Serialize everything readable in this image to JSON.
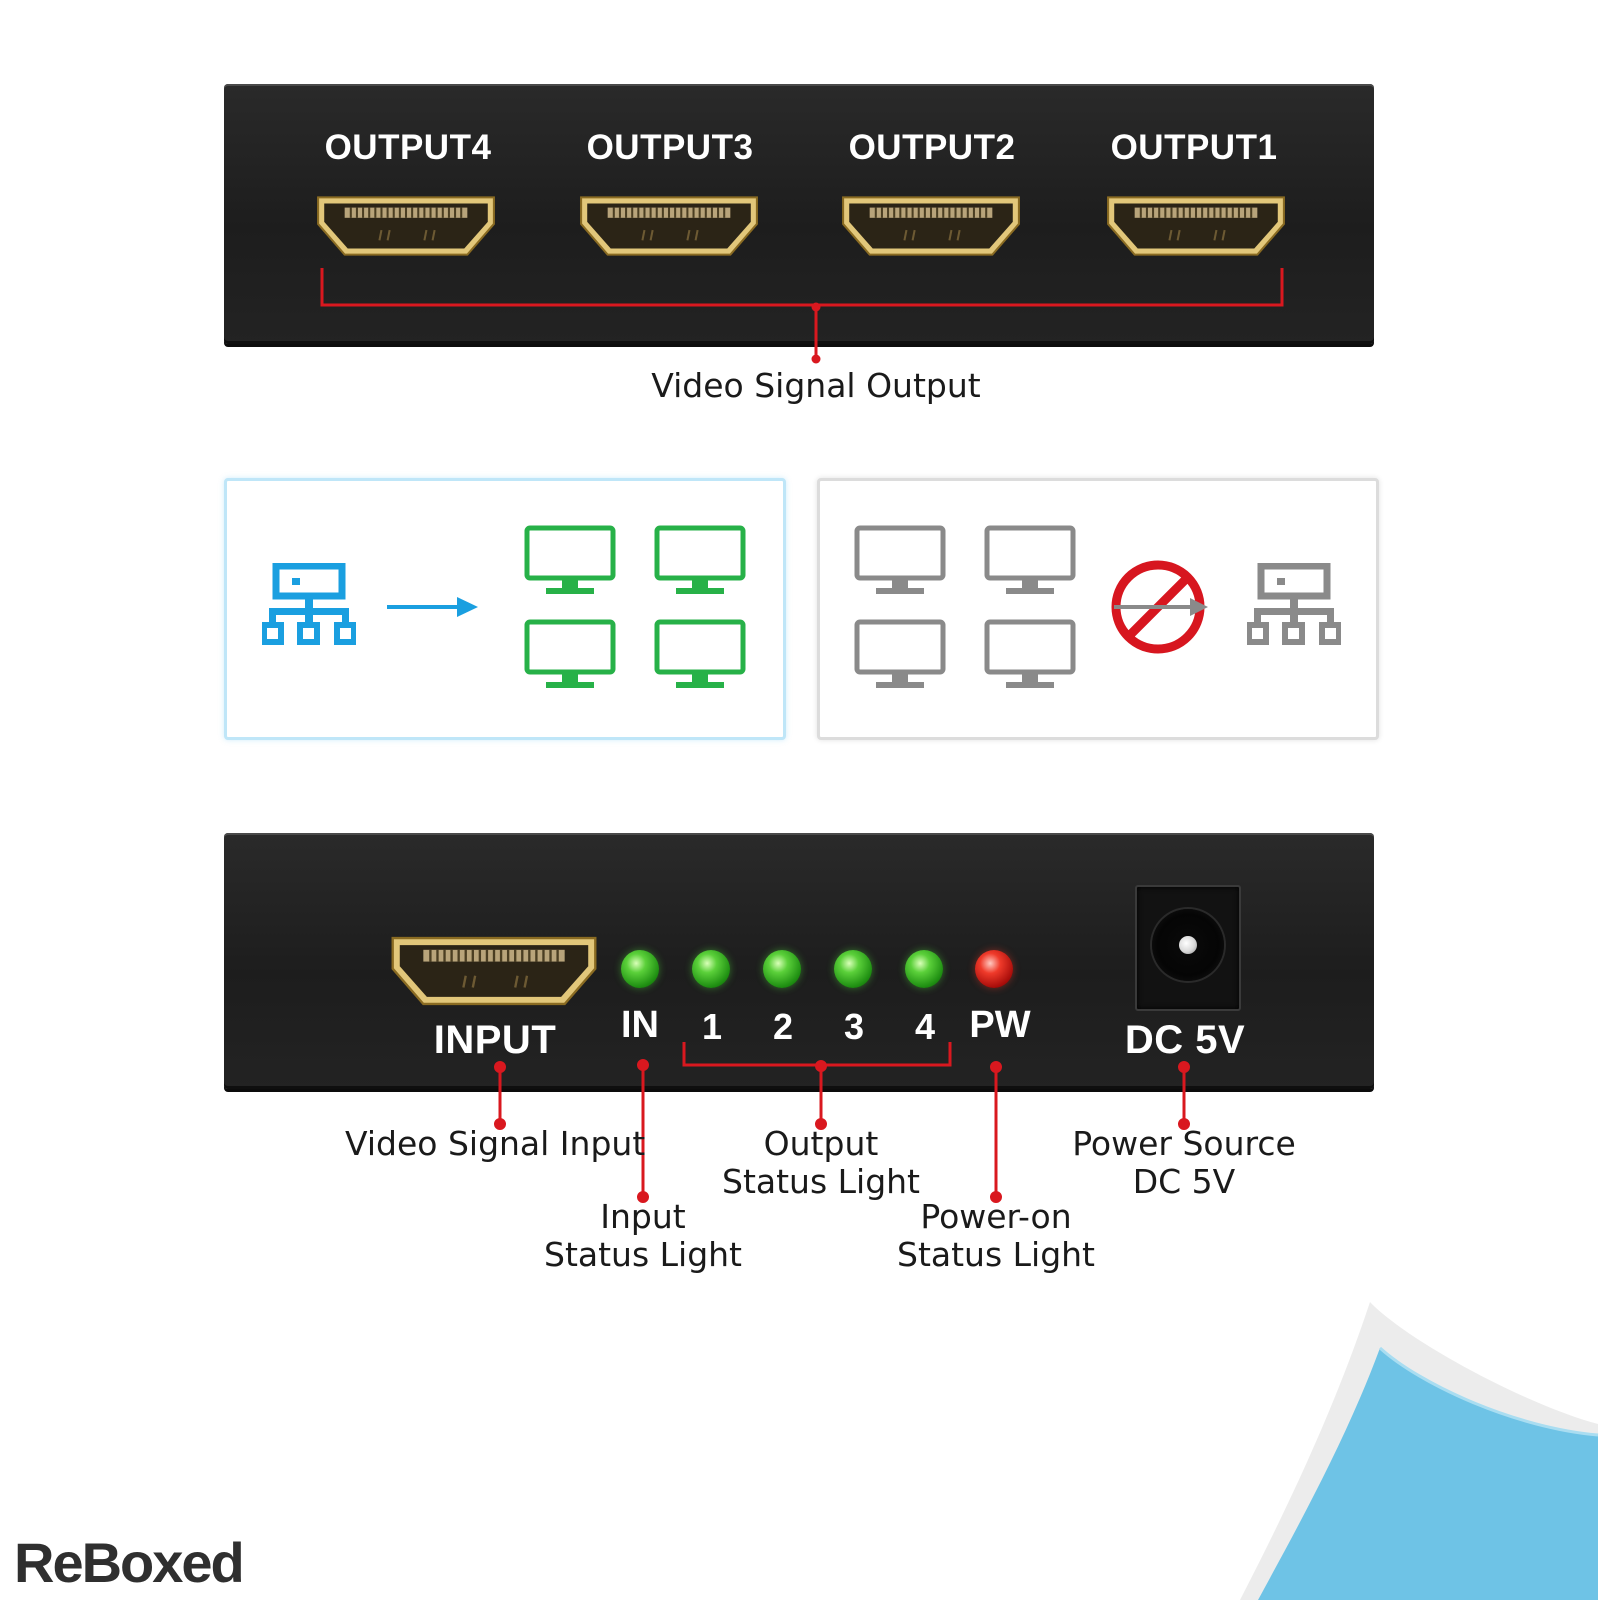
{
  "top_device": {
    "ports": [
      {
        "label": "OUTPUT4"
      },
      {
        "label": "OUTPUT3"
      },
      {
        "label": "OUTPUT2"
      },
      {
        "label": "OUTPUT1"
      }
    ],
    "callout": "Video Signal Output"
  },
  "diagrams": {
    "supported": {
      "accent": "#1a9fe0",
      "monitor_color": "#27b148",
      "icons": [
        "network-icon",
        "arrow-right-icon",
        "monitor-icon"
      ]
    },
    "unsupported": {
      "accent": "#8a8a8a",
      "prohibit_color": "#d7161f",
      "icons": [
        "monitor-icon",
        "prohibited-icon",
        "network-icon"
      ]
    }
  },
  "bottom_device": {
    "input_label": "INPUT",
    "leds": [
      {
        "label": "IN",
        "color": "green"
      },
      {
        "label": "1",
        "color": "green"
      },
      {
        "label": "2",
        "color": "green"
      },
      {
        "label": "3",
        "color": "green"
      },
      {
        "label": "4",
        "color": "green"
      },
      {
        "label": "PW",
        "color": "red"
      }
    ],
    "power_label": "DC 5V",
    "callouts": {
      "video_input": "Video Signal Input",
      "input_status_line1": "Input",
      "input_status_line2": "Status Light",
      "output_status_line1": "Output",
      "output_status_line2": "Status Light",
      "power_on_line1": "Power-on",
      "power_on_line2": "Status Light",
      "power_source_line1": "Power Source",
      "power_source_line2": "DC 5V"
    }
  },
  "branding": {
    "logo": "ReBoxed"
  },
  "colors": {
    "callout_red": "#d9181f",
    "device_body": "#1f1f1f",
    "hdmi_gold": "#c9a24a"
  }
}
